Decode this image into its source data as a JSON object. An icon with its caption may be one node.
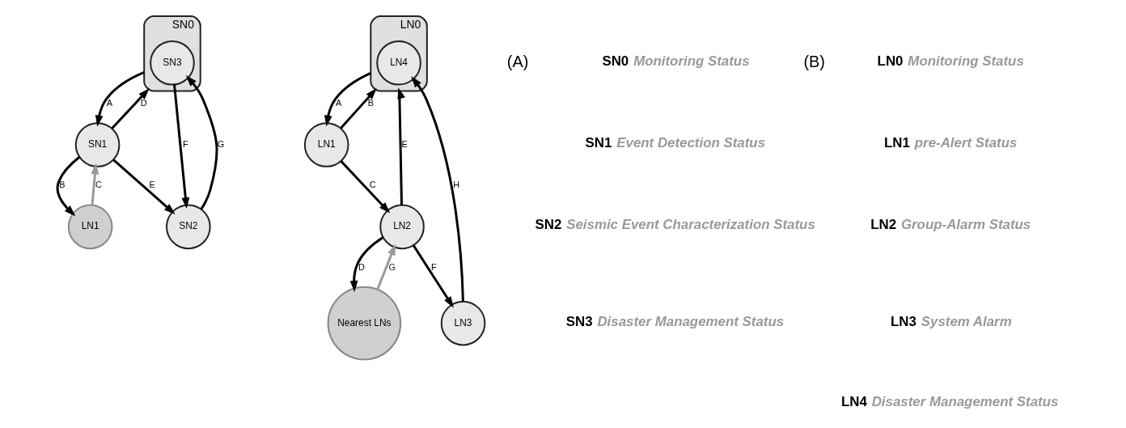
{
  "diagram": {
    "nodes": [
      {
        "text": [
          "SN0"
        ]
      },
      {
        "text": [
          "SN3"
        ],
        "in": 0
      },
      {
        "text": [
          "SN1"
        ]
      },
      {
        "text": [
          "LN1"
        ]
      },
      {
        "text": [
          "SN2"
        ]
      },
      {
        "text": [
          "LN0"
        ]
      },
      {
        "text": [
          "LN4"
        ],
        "in": 5
      },
      {
        "text": [
          "LN1"
        ]
      },
      {
        "text": [
          "LN2"
        ]
      },
      {
        "text": [
          "Nearest LNs"
        ]
      },
      {
        "text": [
          "LN3"
        ]
      }
    ],
    "edges": [
      {
        "from": 0,
        "to": 2,
        "arrow": "to",
        "label": "A"
      },
      {
        "from": 2,
        "to": 0,
        "arrow": "to",
        "label": "D"
      },
      {
        "from": 2,
        "to": 3,
        "arrow": "to",
        "label": "B"
      },
      {
        "from": 3,
        "to": 2,
        "arrow": "to",
        "label": "C",
        "color": "#999999"
      },
      {
        "from": 2,
        "to": 4,
        "arrow": "to",
        "label": "E"
      },
      {
        "from": 1,
        "to": 4,
        "arrow": "to",
        "label": "F"
      },
      {
        "from": 4,
        "to": 1,
        "arrow": "to",
        "label": "G"
      },
      {
        "from": 5,
        "to": 7,
        "arrow": "to",
        "label": "A"
      },
      {
        "from": 7,
        "to": 5,
        "arrow": "to",
        "label": "B"
      },
      {
        "from": 7,
        "to": 8,
        "arrow": "to",
        "label": "C"
      },
      {
        "from": 8,
        "to": 9,
        "arrow": "to",
        "label": "D"
      },
      {
        "from": 9,
        "to": 8,
        "arrow": "to",
        "label": "G",
        "color": "#999999"
      },
      {
        "from": 8,
        "to": 10,
        "arrow": "to",
        "label": "F"
      },
      {
        "from": 8,
        "to": 5,
        "arrow": "to",
        "label": "E"
      },
      {
        "from": 10,
        "to": 6,
        "arrow": "to",
        "label": "H"
      }
    ],
    "labels": [
      "(A)",
      "SN0",
      "Monitoring Status",
      "SN1",
      "Event Detection Status",
      "SN2",
      "Seismic Event Characterization Status",
      "SN3",
      "Disaster Management Status",
      "(B)",
      "LN0",
      "Monitoring Status",
      "LN1",
      "pre-Alert Status",
      "LN2",
      "Group-Alarm Status",
      "LN3",
      "System Alarm",
      "LN4",
      "Disaster Management Status"
    ]
  }
}
